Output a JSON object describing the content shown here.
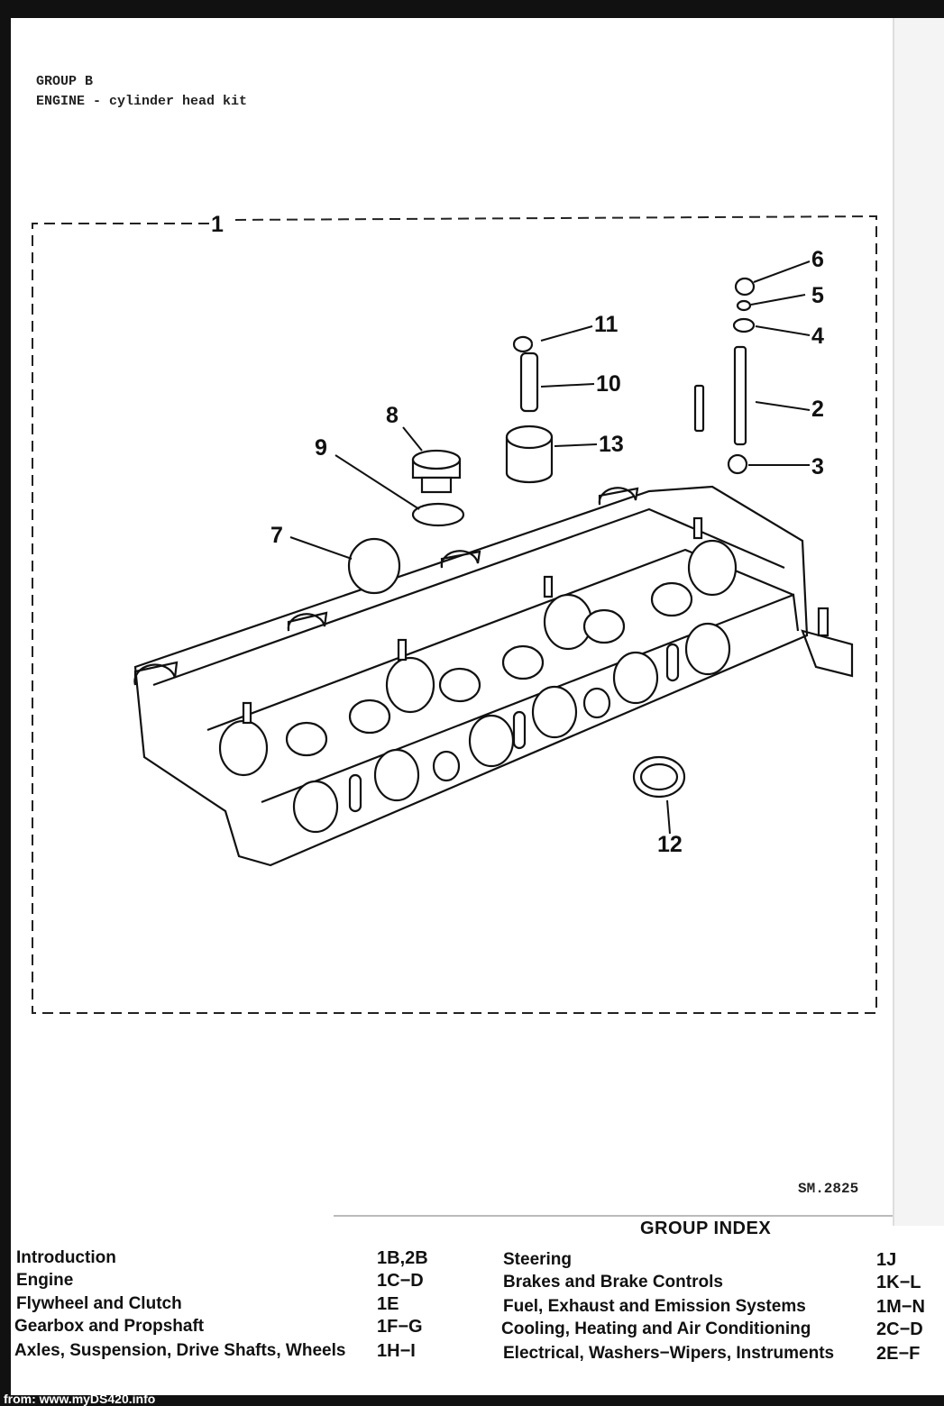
{
  "header": {
    "group": "GROUP B",
    "subtitle": "ENGINE - cylinder head kit"
  },
  "diagram": {
    "callouts": [
      "1",
      "2",
      "3",
      "4",
      "5",
      "6",
      "7",
      "8",
      "9",
      "10",
      "11",
      "12",
      "13"
    ],
    "ref_code": "SM.2825"
  },
  "group_index": {
    "title": "GROUP INDEX",
    "left": [
      {
        "label": "Introduction",
        "code": "1B,2B"
      },
      {
        "label": "Engine",
        "code": "1C−D"
      },
      {
        "label": "Flywheel and Clutch",
        "code": "1E"
      },
      {
        "label": "Gearbox and Propshaft",
        "code": "1F−G"
      },
      {
        "label": "Axles, Suspension, Drive Shafts, Wheels",
        "code": "1H−I"
      }
    ],
    "right": [
      {
        "label": "Steering",
        "code": "1J"
      },
      {
        "label": "Brakes and Brake Controls",
        "code": "1K−L"
      },
      {
        "label": "Fuel, Exhaust and Emission Systems",
        "code": "1M−N"
      },
      {
        "label": "Cooling, Heating and Air Conditioning",
        "code": "2C−D"
      },
      {
        "label": "Electrical, Washers−Wipers, Instruments",
        "code": "2E−F"
      }
    ]
  },
  "footer": {
    "source": "from: www.myDS420.info"
  }
}
